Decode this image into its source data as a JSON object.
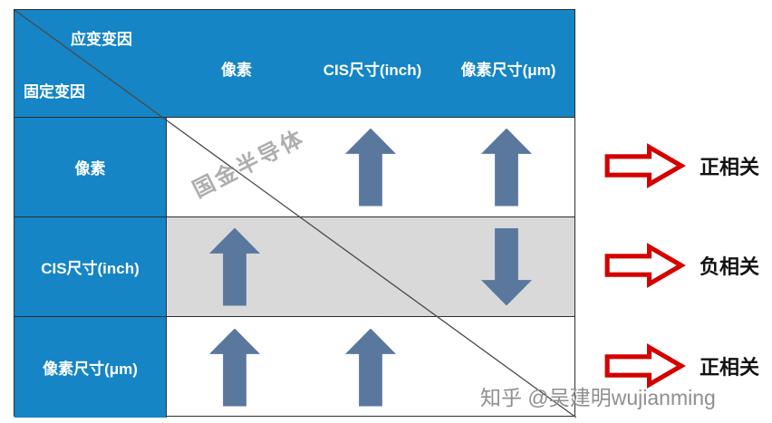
{
  "table": {
    "corner": {
      "top_label": "应变变因",
      "bottom_label": "固定变因"
    },
    "column_headers": [
      "像素",
      "CIS尺寸(inch)",
      "像素尺寸(μm)"
    ],
    "rows": [
      {
        "label": "像素",
        "cells": [
          "",
          "up",
          "up"
        ]
      },
      {
        "label": "CIS尺寸(inch)",
        "cells": [
          "up",
          "",
          "down"
        ]
      },
      {
        "label": "像素尺寸(μm)",
        "cells": [
          "up",
          "up",
          ""
        ]
      }
    ]
  },
  "legend": [
    {
      "label": "正相关"
    },
    {
      "label": "负相关"
    },
    {
      "label": "正相关"
    }
  ],
  "watermark": "国金半导体",
  "credit": "知乎 @吴建明wujianming",
  "colors": {
    "header_blue": "#1585C5",
    "row_gray": "#D9D9D9",
    "arrow_blue": "#5A779E",
    "legend_red": "#D40000"
  }
}
